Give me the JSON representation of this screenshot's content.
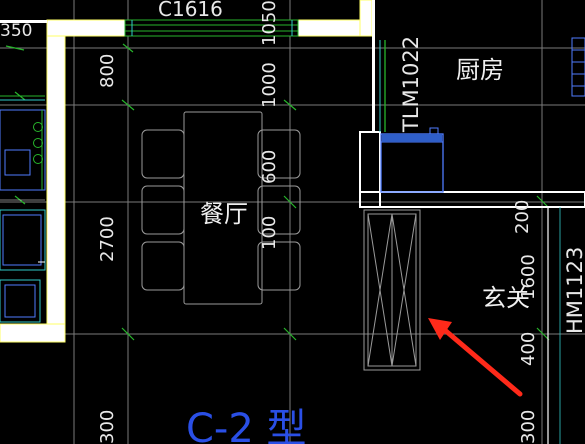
{
  "rooms": {
    "dining": "餐厅",
    "kitchen": "厨房",
    "entrance": "玄关"
  },
  "labels": {
    "window_code": "C1616",
    "door_code": "TLM1022",
    "right_door_code": "HM1123",
    "type_title": "C-2 型"
  },
  "dimensions": {
    "left_350": "350",
    "left_800": "800",
    "left_2700": "2700",
    "left_300": "300",
    "mid_1050": "1050",
    "mid_1000": "1000",
    "mid_600": "600",
    "mid_100": "100",
    "right_200": "200",
    "right_1600": "1600",
    "right_400": "400",
    "right_300": "300"
  },
  "colors": {
    "background": "#000000",
    "wall": "#ffffff",
    "wall_outline": "#ffff66",
    "grid": "#7a7a7a",
    "axis_tick": "#27b52b",
    "door": "#4f7cff",
    "cyan": "#31c9c9",
    "furniture": "#9a9a9a",
    "dimension_text": "#e8e8e8",
    "title_text": "#2a4fe6",
    "arrow": "#ff2a1a"
  }
}
